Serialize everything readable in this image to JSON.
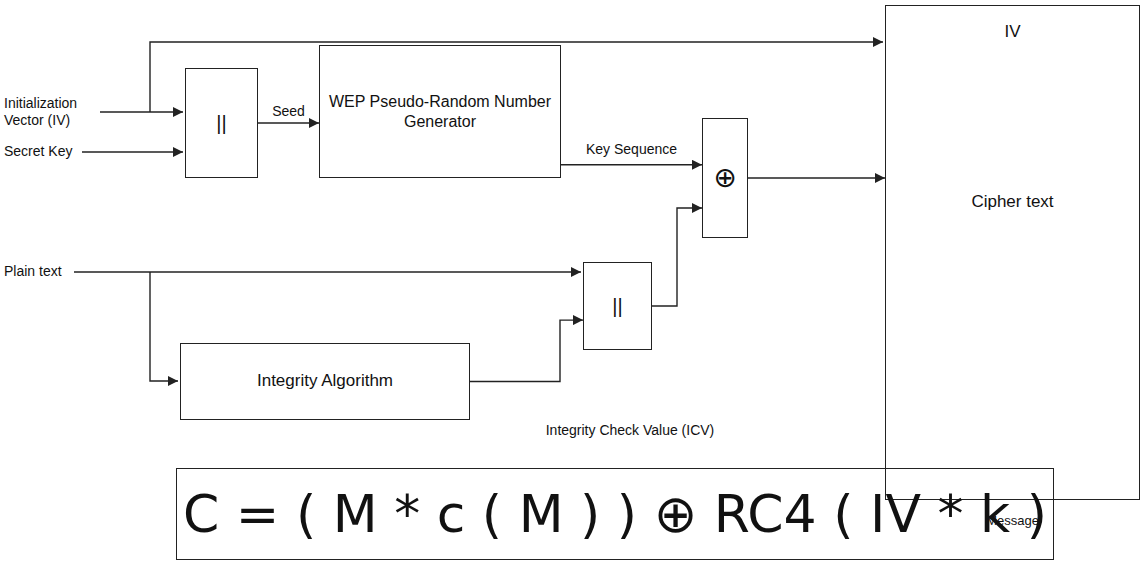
{
  "diagram": {
    "nodes": [
      {
        "text": [
          "||"
        ]
      },
      {
        "text": [
          "WEP Pseudo-Random Number Generator"
        ]
      },
      {
        "text": [
          "||"
        ]
      },
      {
        "text": [
          "Integrity Algorithm"
        ]
      },
      {
        "text": [
          "⊕"
        ]
      },
      {
        "text": [
          "IV",
          "Cipher text",
          "Message"
        ]
      },
      {
        "text": [
          "C = ( M * c ( M ) ) ⊕ RC4 ( IV * k )"
        ]
      }
    ],
    "edges": [
      {
        "from": 0,
        "to": 1,
        "label": "Seed",
        "arrow": "to"
      },
      {
        "from": 1,
        "to": 4,
        "label": "Key Sequence",
        "arrow": "to"
      },
      {
        "from": 3,
        "to": 2,
        "arrow": "to"
      },
      {
        "from": 2,
        "to": 4,
        "arrow": "to"
      },
      {
        "from": 4,
        "to": 5,
        "arrow": "to"
      }
    ],
    "labels": [
      "Initialization Vector (IV)",
      "Secret Key",
      "Plain text",
      "Integrity Check Value (ICV)"
    ]
  }
}
